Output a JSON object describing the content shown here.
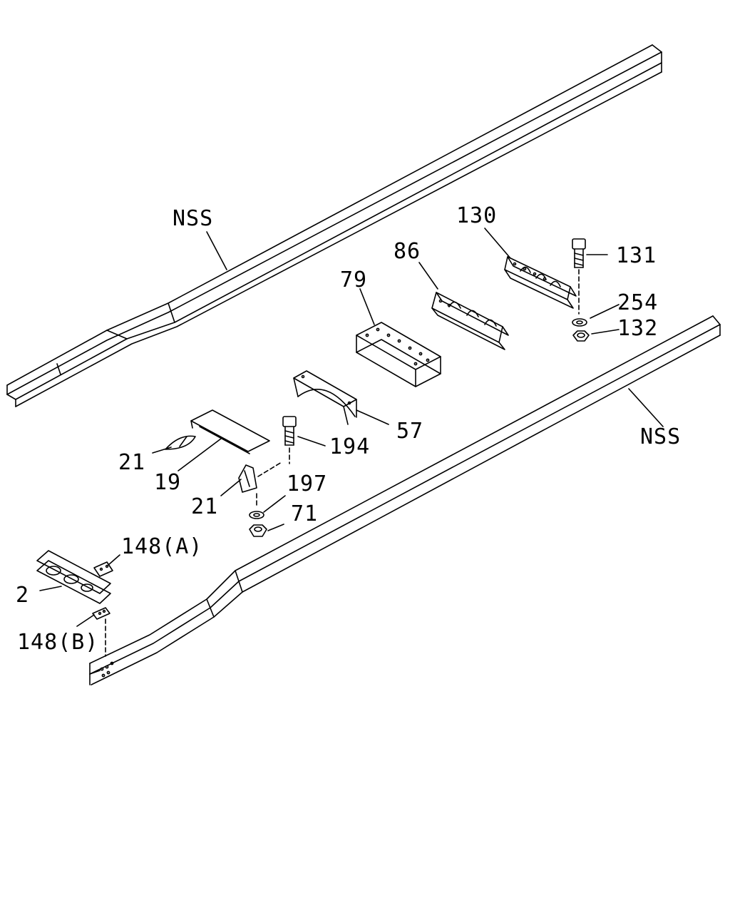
{
  "colors": {
    "ink": "#000000",
    "paper": "#ffffff"
  },
  "labels": {
    "nss_left": "NSS",
    "nss_right": "NSS",
    "p130": "130",
    "p131": "131",
    "p86": "86",
    "p79": "79",
    "p254": "254",
    "p132": "132",
    "p57": "57",
    "p194": "194",
    "p21_upper": "21",
    "p19": "19",
    "p197": "197",
    "p21_lower": "21",
    "p71": "71",
    "p148a": "148(A)",
    "p2": "2",
    "p148b": "148(B)"
  }
}
